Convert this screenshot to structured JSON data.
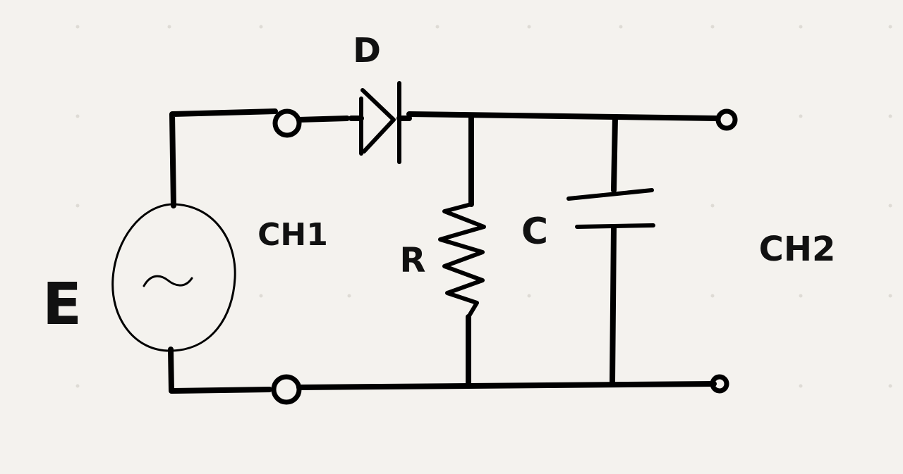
{
  "labels": {
    "diode": "D",
    "resistor": "R",
    "capacitor": "C",
    "source": "E",
    "source_symbol": "~",
    "channel_1": "CH1",
    "channel_2": "CH2"
  },
  "colors": {
    "background": "#f4f2ee",
    "ink": "#000000",
    "grid_dot": "#dedbd5"
  }
}
